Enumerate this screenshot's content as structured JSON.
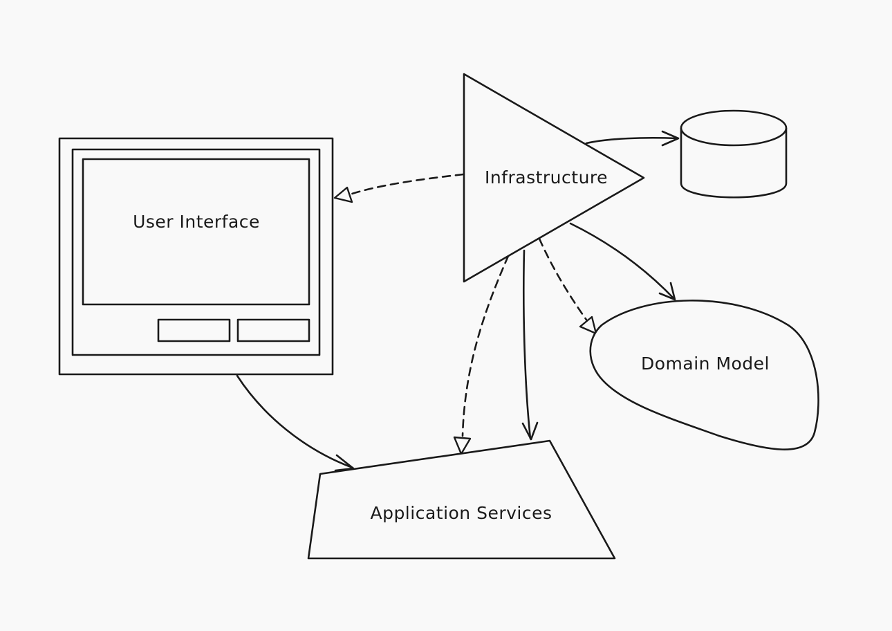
{
  "nodes": {
    "user_interface": {
      "label": "User Interface",
      "shape": "monitor-window"
    },
    "infrastructure": {
      "label": "Infrastructure",
      "shape": "triangle"
    },
    "database": {
      "label": "",
      "shape": "cylinder"
    },
    "domain_model": {
      "label": "Domain Model",
      "shape": "blob"
    },
    "application_services": {
      "label": "Application Services",
      "shape": "trapezoid"
    }
  },
  "edges": [
    {
      "from": "infrastructure",
      "to": "user_interface",
      "style": "dashed",
      "head": "hollow-triangle"
    },
    {
      "from": "infrastructure",
      "to": "database",
      "style": "solid",
      "head": "open-arrow"
    },
    {
      "from": "infrastructure",
      "to": "domain_model",
      "style": "solid",
      "head": "open-arrow"
    },
    {
      "from": "infrastructure",
      "to": "domain_model",
      "style": "dashed",
      "head": "hollow-triangle"
    },
    {
      "from": "infrastructure",
      "to": "application_services",
      "style": "dashed",
      "head": "hollow-triangle"
    },
    {
      "from": "infrastructure",
      "to": "application_services",
      "style": "solid",
      "head": "open-arrow"
    },
    {
      "from": "user_interface",
      "to": "application_services",
      "style": "solid",
      "head": "open-arrow"
    }
  ],
  "colors": {
    "background": "#f9f9f9",
    "ink": "#1a1a1a"
  }
}
